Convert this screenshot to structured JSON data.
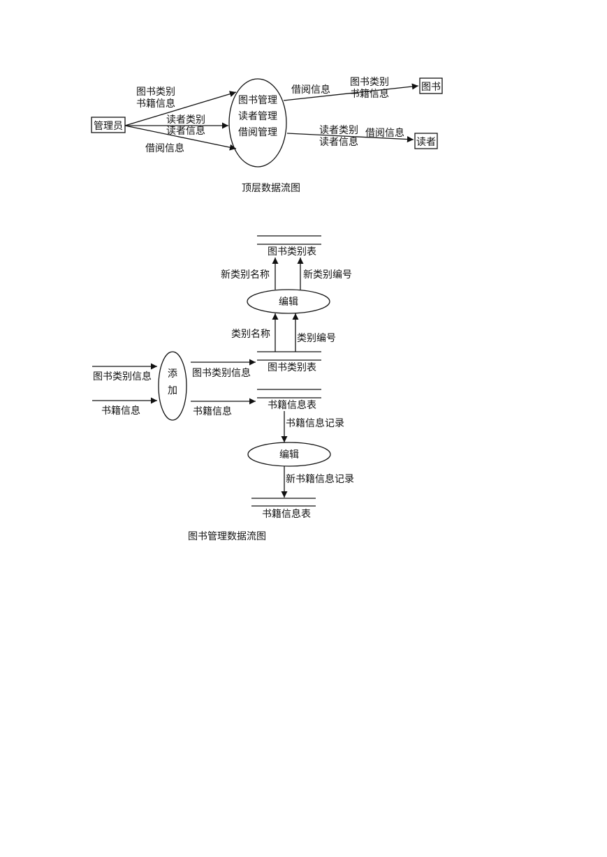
{
  "top_diagram": {
    "caption": "顶层数据流图",
    "entities": {
      "admin": "管理员",
      "books": "图书",
      "readers": "读者"
    },
    "process_lines": [
      "图书管理",
      "读者管理",
      "借阅管理"
    ],
    "flows": {
      "admin_upper": [
        "图书类别",
        "书籍信息"
      ],
      "admin_middle": [
        "读者类别",
        "读者信息"
      ],
      "admin_lower": "借阅信息",
      "to_books_left": "借阅信息",
      "to_books_right": [
        "图书类别",
        "书籍信息"
      ],
      "to_readers_left": [
        "读者类别",
        "读者信息"
      ],
      "to_readers_right": "借阅信息"
    }
  },
  "book_diagram": {
    "caption": "图书管理数据流图",
    "processes": {
      "add": [
        "添",
        "加"
      ],
      "edit_category": "编辑",
      "edit_book": "编辑"
    },
    "stores": {
      "category_top": "图书类别表",
      "category_mid": "图书类别表",
      "book_mid": "书籍信息表",
      "book_bottom": "书籍信息表"
    },
    "flows": {
      "new_category_name": "新类别名称",
      "new_category_no": "新类别编号",
      "category_name": "类别名称",
      "category_no": "类别编号",
      "in_category_info": "图书类别信息",
      "in_book_info": "书籍信息",
      "out_category_info": "图书类别信息",
      "out_book_info": "书籍信息",
      "book_record": "书籍信息记录",
      "new_book_record": "新书籍信息记录"
    }
  }
}
